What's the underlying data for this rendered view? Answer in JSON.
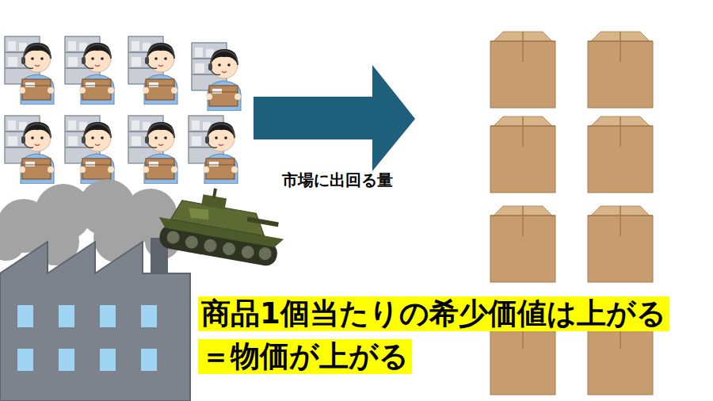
{
  "diagram": {
    "nodes": [
      {
        "text": [
          "商品1個当たりの希少価値は上がる"
        ]
      },
      {
        "text": [
          "＝物価が上がる"
        ]
      }
    ],
    "labels": [
      "市場に出回る量"
    ]
  }
}
